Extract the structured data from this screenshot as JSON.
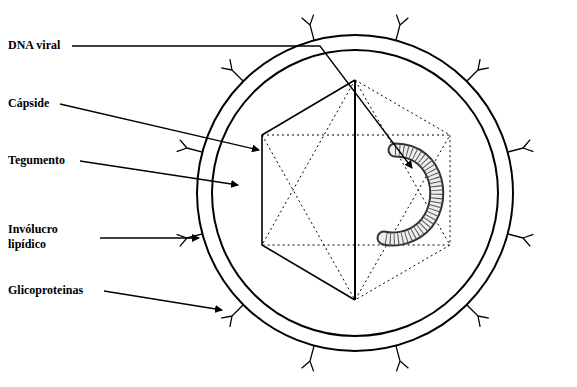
{
  "diagram": {
    "labels": [
      "DNA viral",
      "Cápside",
      "Tegumento",
      "Invólucro lipídico",
      "Glicoproteinas"
    ]
  }
}
